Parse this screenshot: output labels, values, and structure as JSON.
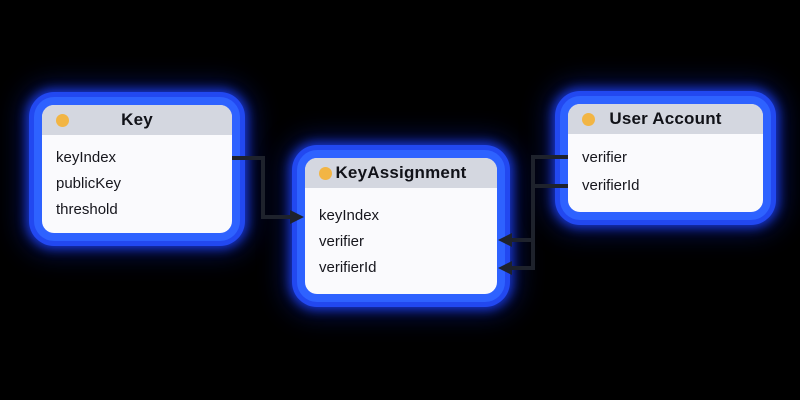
{
  "canvas": {
    "background": "#000000"
  },
  "entities": [
    {
      "title": "Key",
      "fields": [
        "keyIndex",
        "publicKey",
        "threshold"
      ]
    },
    {
      "title": "KeyAssignment",
      "fields": [
        "keyIndex",
        "verifier",
        "verifierId"
      ]
    },
    {
      "title": "User Account",
      "fields": [
        "verifier",
        "verifierId"
      ]
    }
  ],
  "connections": [
    {
      "from": "Key.keyIndex",
      "to": "KeyAssignment.keyIndex"
    },
    {
      "from": "User Account.verifier",
      "to": "KeyAssignment.verifier"
    },
    {
      "from": "User Account.verifierId",
      "to": "KeyAssignment.verifierId"
    }
  ],
  "icons": {
    "header_dot": "window-dot"
  },
  "colors": {
    "background": "#000000",
    "glow": "#2e62ff",
    "glow_deep": "#2248f0",
    "header_bg": "#d4d7e0",
    "body_bg": "#fafafd",
    "dot": "#f2b544",
    "text": "#16161d",
    "connector": "#1e222c"
  }
}
